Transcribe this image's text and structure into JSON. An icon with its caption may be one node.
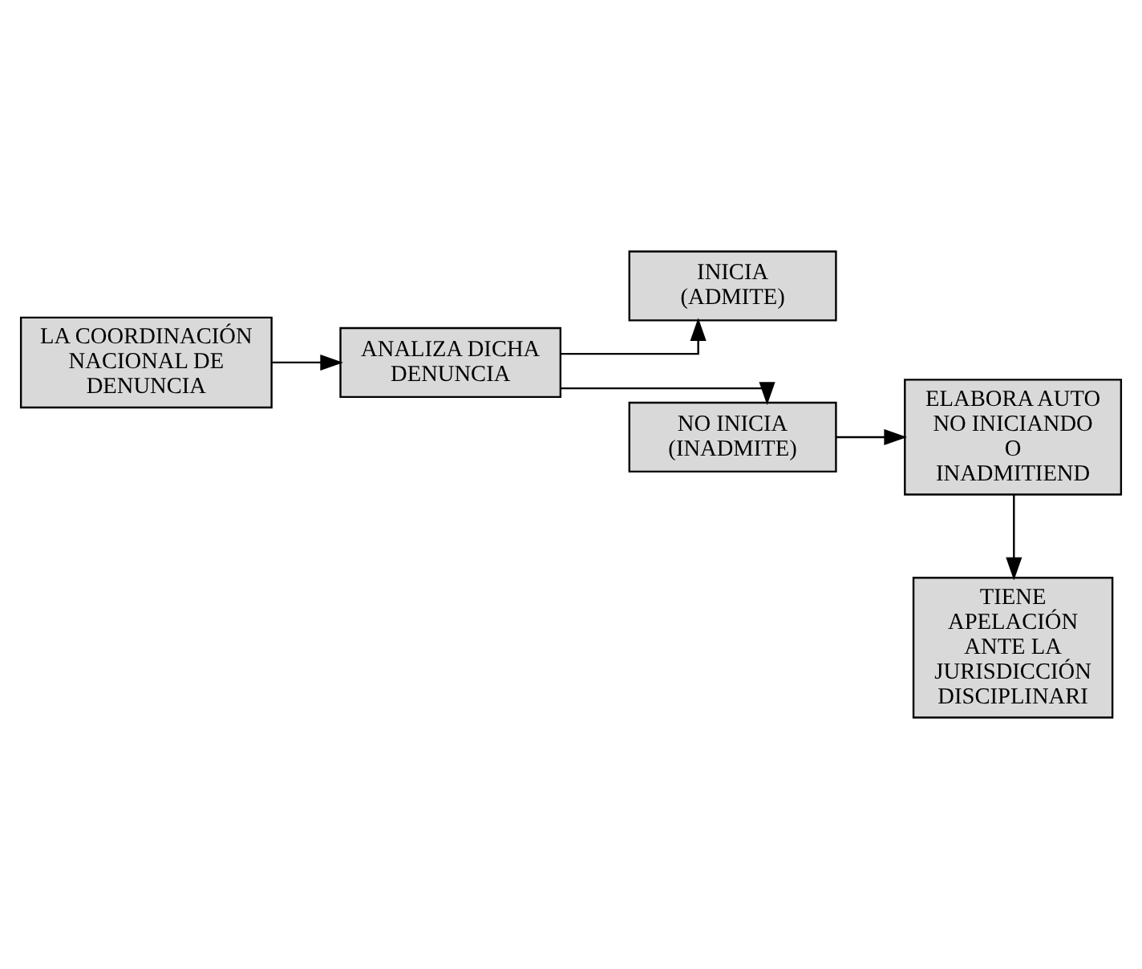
{
  "diagram": {
    "nodes": [
      {
        "text": [
          "LA COORDINACIÓN NACIONAL DE DENUNCIA"
        ]
      },
      {
        "text": [
          "ANALIZA DICHA DENUNCIA"
        ]
      },
      {
        "text": [
          "INICIA (ADMITE)"
        ]
      },
      {
        "text": [
          "NO INICIA (INADMITE)"
        ]
      },
      {
        "text": [
          "ELABORA AUTO NO INICIANDO O INADMITIEND"
        ]
      },
      {
        "text": [
          "TIENE APELACIÓN ANTE LA JURISDICCIÓN DISCIPLINARI"
        ]
      }
    ],
    "edges": [
      {
        "from": 0,
        "to": 1,
        "arrow": "to"
      },
      {
        "from": 1,
        "to": 2,
        "arrow": "to"
      },
      {
        "from": 1,
        "to": 3,
        "arrow": "to"
      },
      {
        "from": 3,
        "to": 4,
        "arrow": "to"
      },
      {
        "from": 4,
        "to": 5,
        "arrow": "to"
      }
    ]
  }
}
